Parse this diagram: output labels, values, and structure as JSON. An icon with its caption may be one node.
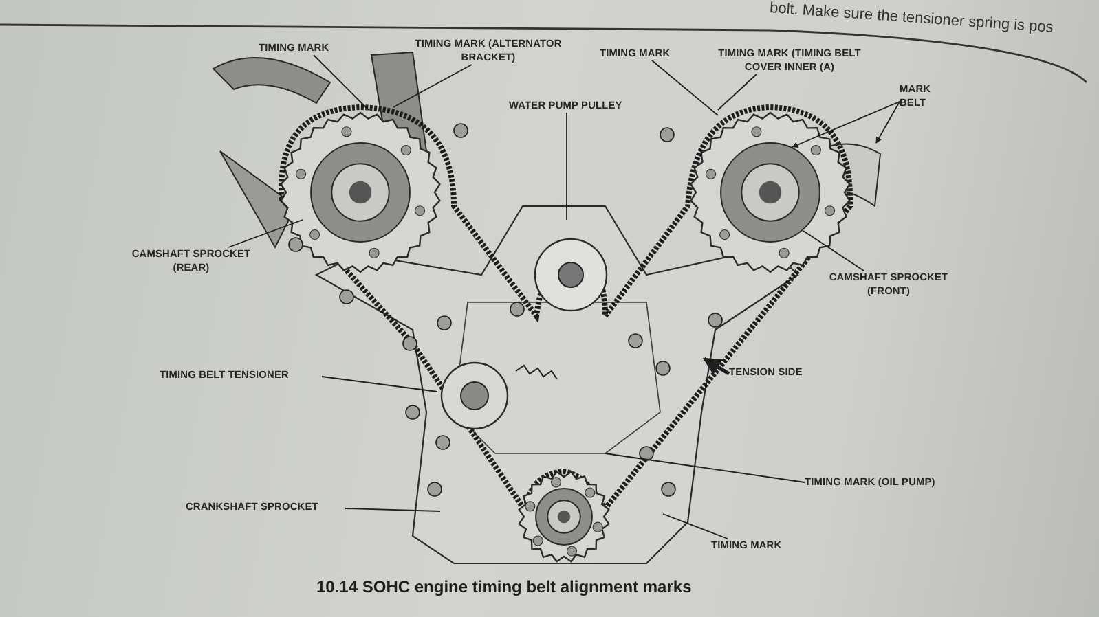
{
  "diagram": {
    "caption": "10.14 SOHC engine timing belt alignment marks",
    "nodes": [
      {
        "text": [
          "TIMING MARK"
        ]
      },
      {
        "text": [
          "TIMING MARK (ALTERNATOR BRACKET)"
        ]
      },
      {
        "text": [
          "WATER PUMP PULLEY"
        ]
      },
      {
        "text": [
          "TIMING MARK"
        ]
      },
      {
        "text": [
          "TIMING MARK (TIMING BELT COVER INNER (A)"
        ]
      },
      {
        "text": [
          "MARK BELT"
        ]
      },
      {
        "text": [
          "CAMSHAFT SPROCKET (REAR)"
        ]
      },
      {
        "text": [
          "CAMSHAFT SPROCKET (FRONT)"
        ]
      },
      {
        "text": [
          "TIMING BELT TENSIONER"
        ]
      },
      {
        "text": [
          "TENSION SIDE"
        ]
      },
      {
        "text": [
          "TIMING MARK (OIL PUMP)"
        ]
      },
      {
        "text": [
          "CRANKSHAFT SPROCKET"
        ]
      },
      {
        "text": [
          "TIMING MARK"
        ]
      }
    ],
    "edges": [
      {
        "from": 0,
        "to": null,
        "arrow": "none"
      },
      {
        "from": 1,
        "to": null,
        "arrow": "none"
      },
      {
        "from": 2,
        "to": null,
        "arrow": "none"
      },
      {
        "from": 3,
        "to": null,
        "arrow": "none"
      },
      {
        "from": 4,
        "to": null,
        "arrow": "none"
      },
      {
        "from": 5,
        "to": null,
        "arrow": "to"
      },
      {
        "from": 5,
        "to": null,
        "arrow": "to"
      },
      {
        "from": 6,
        "to": null,
        "arrow": "none"
      },
      {
        "from": 7,
        "to": null,
        "arrow": "none"
      },
      {
        "from": 8,
        "to": null,
        "arrow": "none"
      },
      {
        "from": 9,
        "to": null,
        "arrow": "to",
        "style": "thick"
      },
      {
        "from": 10,
        "to": null,
        "arrow": "none"
      },
      {
        "from": 11,
        "to": null,
        "arrow": "none"
      },
      {
        "from": 12,
        "to": null,
        "arrow": "none"
      }
    ],
    "labels": [
      "bolt. Make sure the tensioner spring is pos"
    ]
  }
}
